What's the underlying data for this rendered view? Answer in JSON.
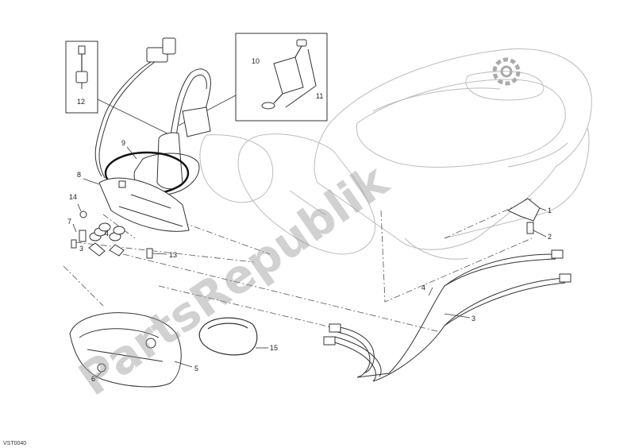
{
  "callouts": {
    "c1": "1",
    "c2": "2",
    "c3a": "3",
    "c3b": "3",
    "c4a": "4",
    "c4b": "4",
    "c5": "5",
    "c6": "6",
    "c7": "7",
    "c8": "8",
    "c9": "9",
    "c10": "10",
    "c11": "11",
    "c12": "12",
    "c13": "13",
    "c14": "14",
    "c15": "15"
  },
  "drawing_code": "VST0040",
  "watermark": {
    "text": "PartsRepublik",
    "color": "#9a9a9a"
  },
  "line_color": "#333333"
}
